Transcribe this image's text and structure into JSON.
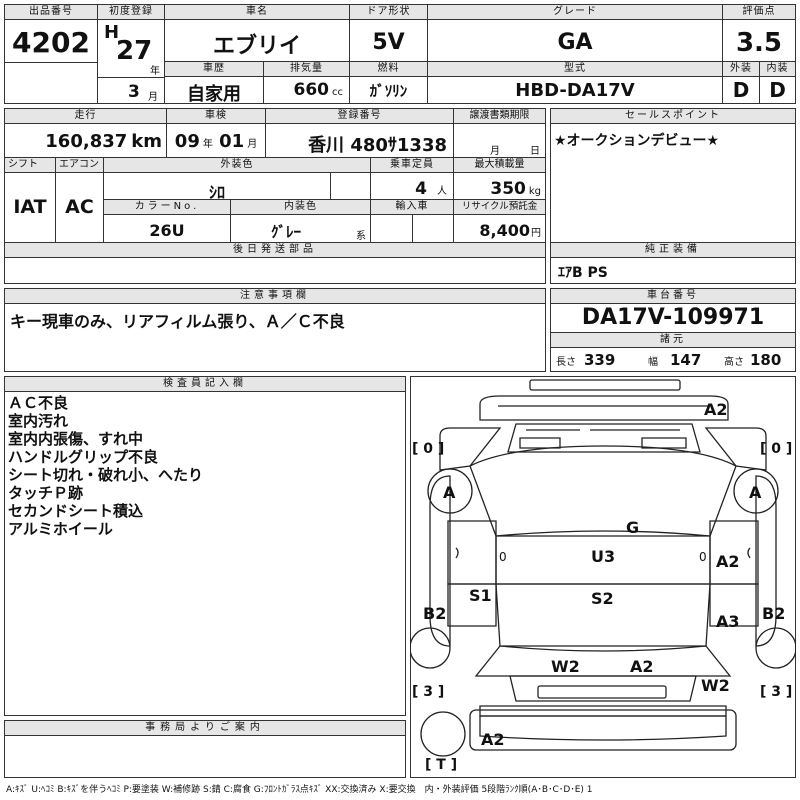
{
  "header": {
    "lot_label": "出品番号",
    "lot_number": "4202",
    "first_reg_label": "初度登録",
    "first_reg_era": "H",
    "first_reg_year": "27",
    "first_reg_year_unit": "年",
    "first_reg_month": "3",
    "first_reg_month_unit": "月",
    "name_label": "車名",
    "name_value": "エブリイ",
    "door_label": "ドア形状",
    "door_value": "5V",
    "grade_label": "グレード",
    "grade_value": "GA",
    "score_label": "評価点",
    "score_value": "3.5",
    "history_label": "車歴",
    "history_value": "自家用",
    "displacement_label": "排気量",
    "displacement_value": "660",
    "displacement_unit": "cc",
    "fuel_label": "燃料",
    "fuel_value": "ｶﾞｿﾘﾝ",
    "model_label": "型式",
    "model_value": "HBD-DA17V",
    "exterior_label": "外装",
    "exterior_value": "D",
    "interior_label": "内装",
    "interior_value": "D"
  },
  "row2": {
    "mileage_label": "走行",
    "mileage_value": "160,837",
    "mileage_unit": "km",
    "inspection_label": "車検",
    "inspection_year": "09",
    "inspection_year_unit": "年",
    "inspection_month": "01",
    "inspection_month_unit": "月",
    "reg_no_label": "登録番号",
    "reg_no_value": "香川 480ｻ1338",
    "transfer_label": "譲渡書類期限",
    "transfer_month_unit": "月",
    "transfer_day_unit": "日",
    "sales_label": "セールスポイント",
    "sales_value": "★オークションデビュー★"
  },
  "row3": {
    "shift_label": "シフト",
    "shift_value": "IAT",
    "ac_label": "エアコン",
    "ac_value": "AC",
    "color_label": "外装色",
    "color_value": "ｼﾛ",
    "capacity_label": "乗車定員",
    "capacity_value": "4",
    "capacity_unit": "人",
    "load_label": "最大積載量",
    "load_value": "350",
    "load_unit": "kg",
    "color_no_label": "カラーNo.",
    "color_no_value": "26U",
    "int_color_label": "内装色",
    "int_color_value": "ｸﾞﾚｰ",
    "int_color_unit": "系",
    "import_label": "輸入車",
    "recycle_label": "リサイクル預託金",
    "recycle_value": "8,400",
    "recycle_unit": "円"
  },
  "later_parts_label": "後日発送部品",
  "genuine": {
    "label": "純正装備",
    "value": "ｴｱB PS"
  },
  "notes": {
    "label": "注意事項欄",
    "value": "キー現車のみ、リアフィルム張り、Ａ／Ｃ不良"
  },
  "chassis": {
    "label": "車台番号",
    "value": "DA17V-109971",
    "spec_label": "諸元",
    "length_label": "長さ",
    "length_value": "339",
    "width_label": "幅",
    "width_value": "147",
    "height_label": "高さ",
    "height_value": "180"
  },
  "inspector": {
    "label": "検査員記入欄",
    "lines": [
      "ＡＣ不良",
      "室内汚れ",
      "室内内張傷、すれ中",
      "ハンドルグリップ不良",
      "シート切れ・破れ小、へたり",
      "タッチＰ跡",
      "セカンドシート積込",
      "アルミホイール"
    ]
  },
  "office_label": "事務局よりご案内",
  "diagram": {
    "tire_left_front": "A",
    "tire_right_front": "A",
    "bracket_left_top": "[ 0 ]",
    "bracket_right_top": "[ 0 ]",
    "bracket_left_bottom": "[ 3 ]",
    "bracket_right_bottom": "[ 3 ]",
    "bracket_spare": "[ T ]",
    "marks": {
      "a2_top": "A2",
      "g": "G",
      "u3": "U3",
      "a2_right_upper": "A2",
      "s1": "S1",
      "s2": "S2",
      "b2_left": "B2",
      "b2_right": "B2",
      "a3": "A3",
      "w2_left": "W2",
      "a2_center": "A2",
      "w2_right": "W2",
      "a2_bottom": "A2",
      "zero_left": "0",
      "zero_right": "0"
    }
  },
  "legend": "A:ｷｽﾞ U:ﾍｺﾐ B:ｷｽﾞを伴うﾍｺﾐ P:要塗装 W:補修跡 S:錆 C:腐食 G:ﾌﾛﾝﾄｶﾞﾗｽ点ｷｽﾞ XX:交換済み X:要交換　内・外装評価 5段階ﾗﾝｸ順(A･B･C･D･E) 1"
}
